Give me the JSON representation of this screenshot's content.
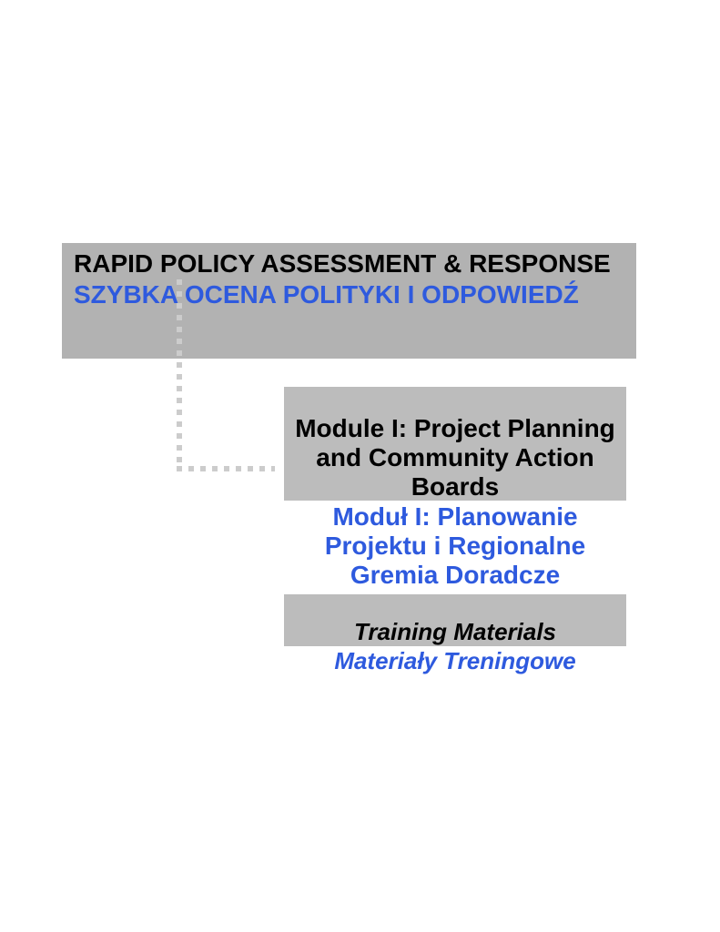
{
  "banner": {
    "title_en": "RAPID POLICY ASSESSMENT & RESPONSE",
    "title_pl": "SZYBKA OCENA POLITYKI I ODPOWIEDŹ",
    "background": "#b2b2b2"
  },
  "module_box": {
    "title_en": "Module I: Project Planning and Community Action Boards",
    "title_pl": "Moduł I: Planowanie Projektu i Regionalne Gremia Doradcze",
    "background": "#bcbcbc"
  },
  "materials_box": {
    "title_en": "Training Materials",
    "title_pl": "Materiały Treningowe",
    "background": "#bcbcbc"
  },
  "colors": {
    "accent_blue": "#2e5ade",
    "text_black": "#000000",
    "connector_dot_gray": "#cccccc",
    "page_background": "#ffffff"
  }
}
